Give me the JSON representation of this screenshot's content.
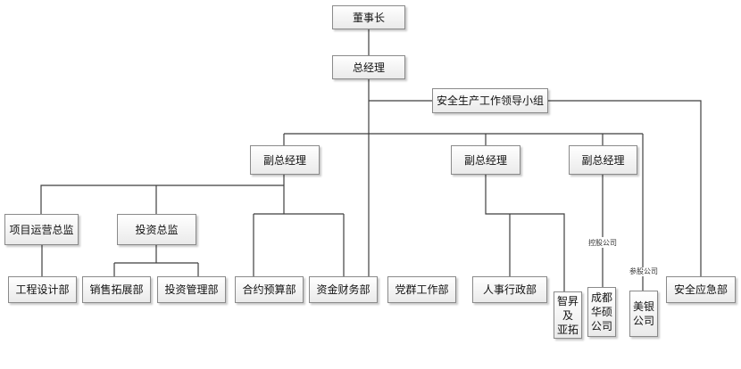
{
  "nodes": {
    "chairman": "董事长",
    "gm": "总经理",
    "safety_group": "安全生产工作领导小组",
    "vgm1": "副总经理",
    "vgm2": "副总经理",
    "vgm3": "副总经理",
    "proj_director": "项目运营总监",
    "invest_director": "投资总监",
    "eng_design": "工程设计部",
    "sales": "销售拓展部",
    "invest_mgmt": "投资管理部",
    "contract_budget": "合约预算部",
    "finance": "资金财务部",
    "party": "党群工作部",
    "hr_admin": "人事行政部",
    "zhisheng": "智昇\n及\n亚拓",
    "chengdu": "成都\n华硕\n公司",
    "meiyin": "美银\n公司",
    "emergency": "安全应急部"
  },
  "edge_labels": {
    "holding": "控股公司",
    "equity": "参股公司"
  }
}
